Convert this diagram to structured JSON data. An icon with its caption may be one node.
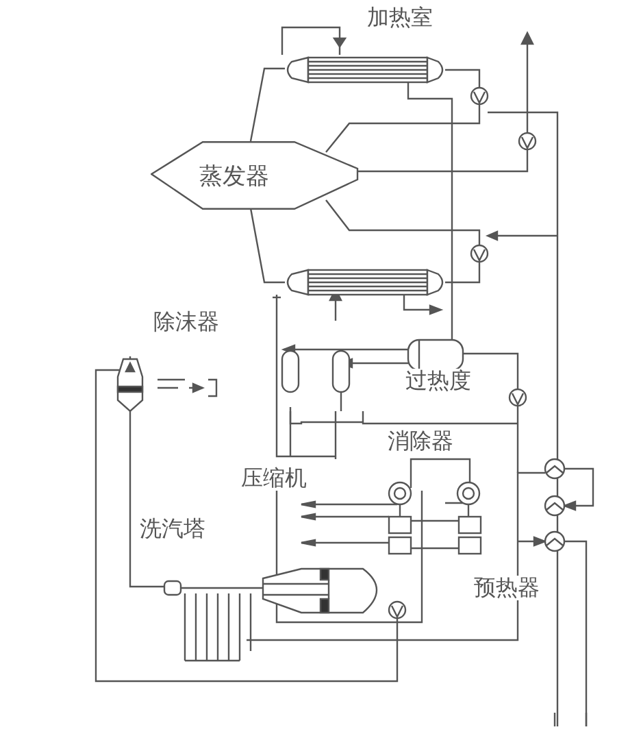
{
  "diagram": {
    "nodes": [
      {
        "text": [
          "蒸发器"
        ]
      }
    ],
    "labels": [
      "加热室",
      "除沫器",
      "过热度",
      "消除器",
      "压缩机",
      "洗汽塔",
      "预热器"
    ]
  }
}
